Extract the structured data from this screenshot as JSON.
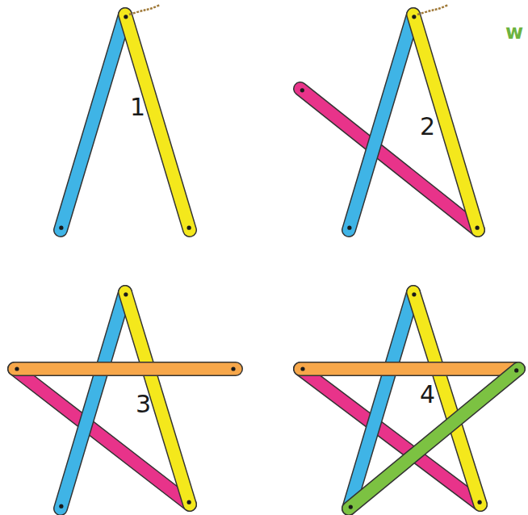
{
  "diagram": {
    "labels": [
      "1",
      "2",
      "3",
      "4",
      "w"
    ]
  }
}
